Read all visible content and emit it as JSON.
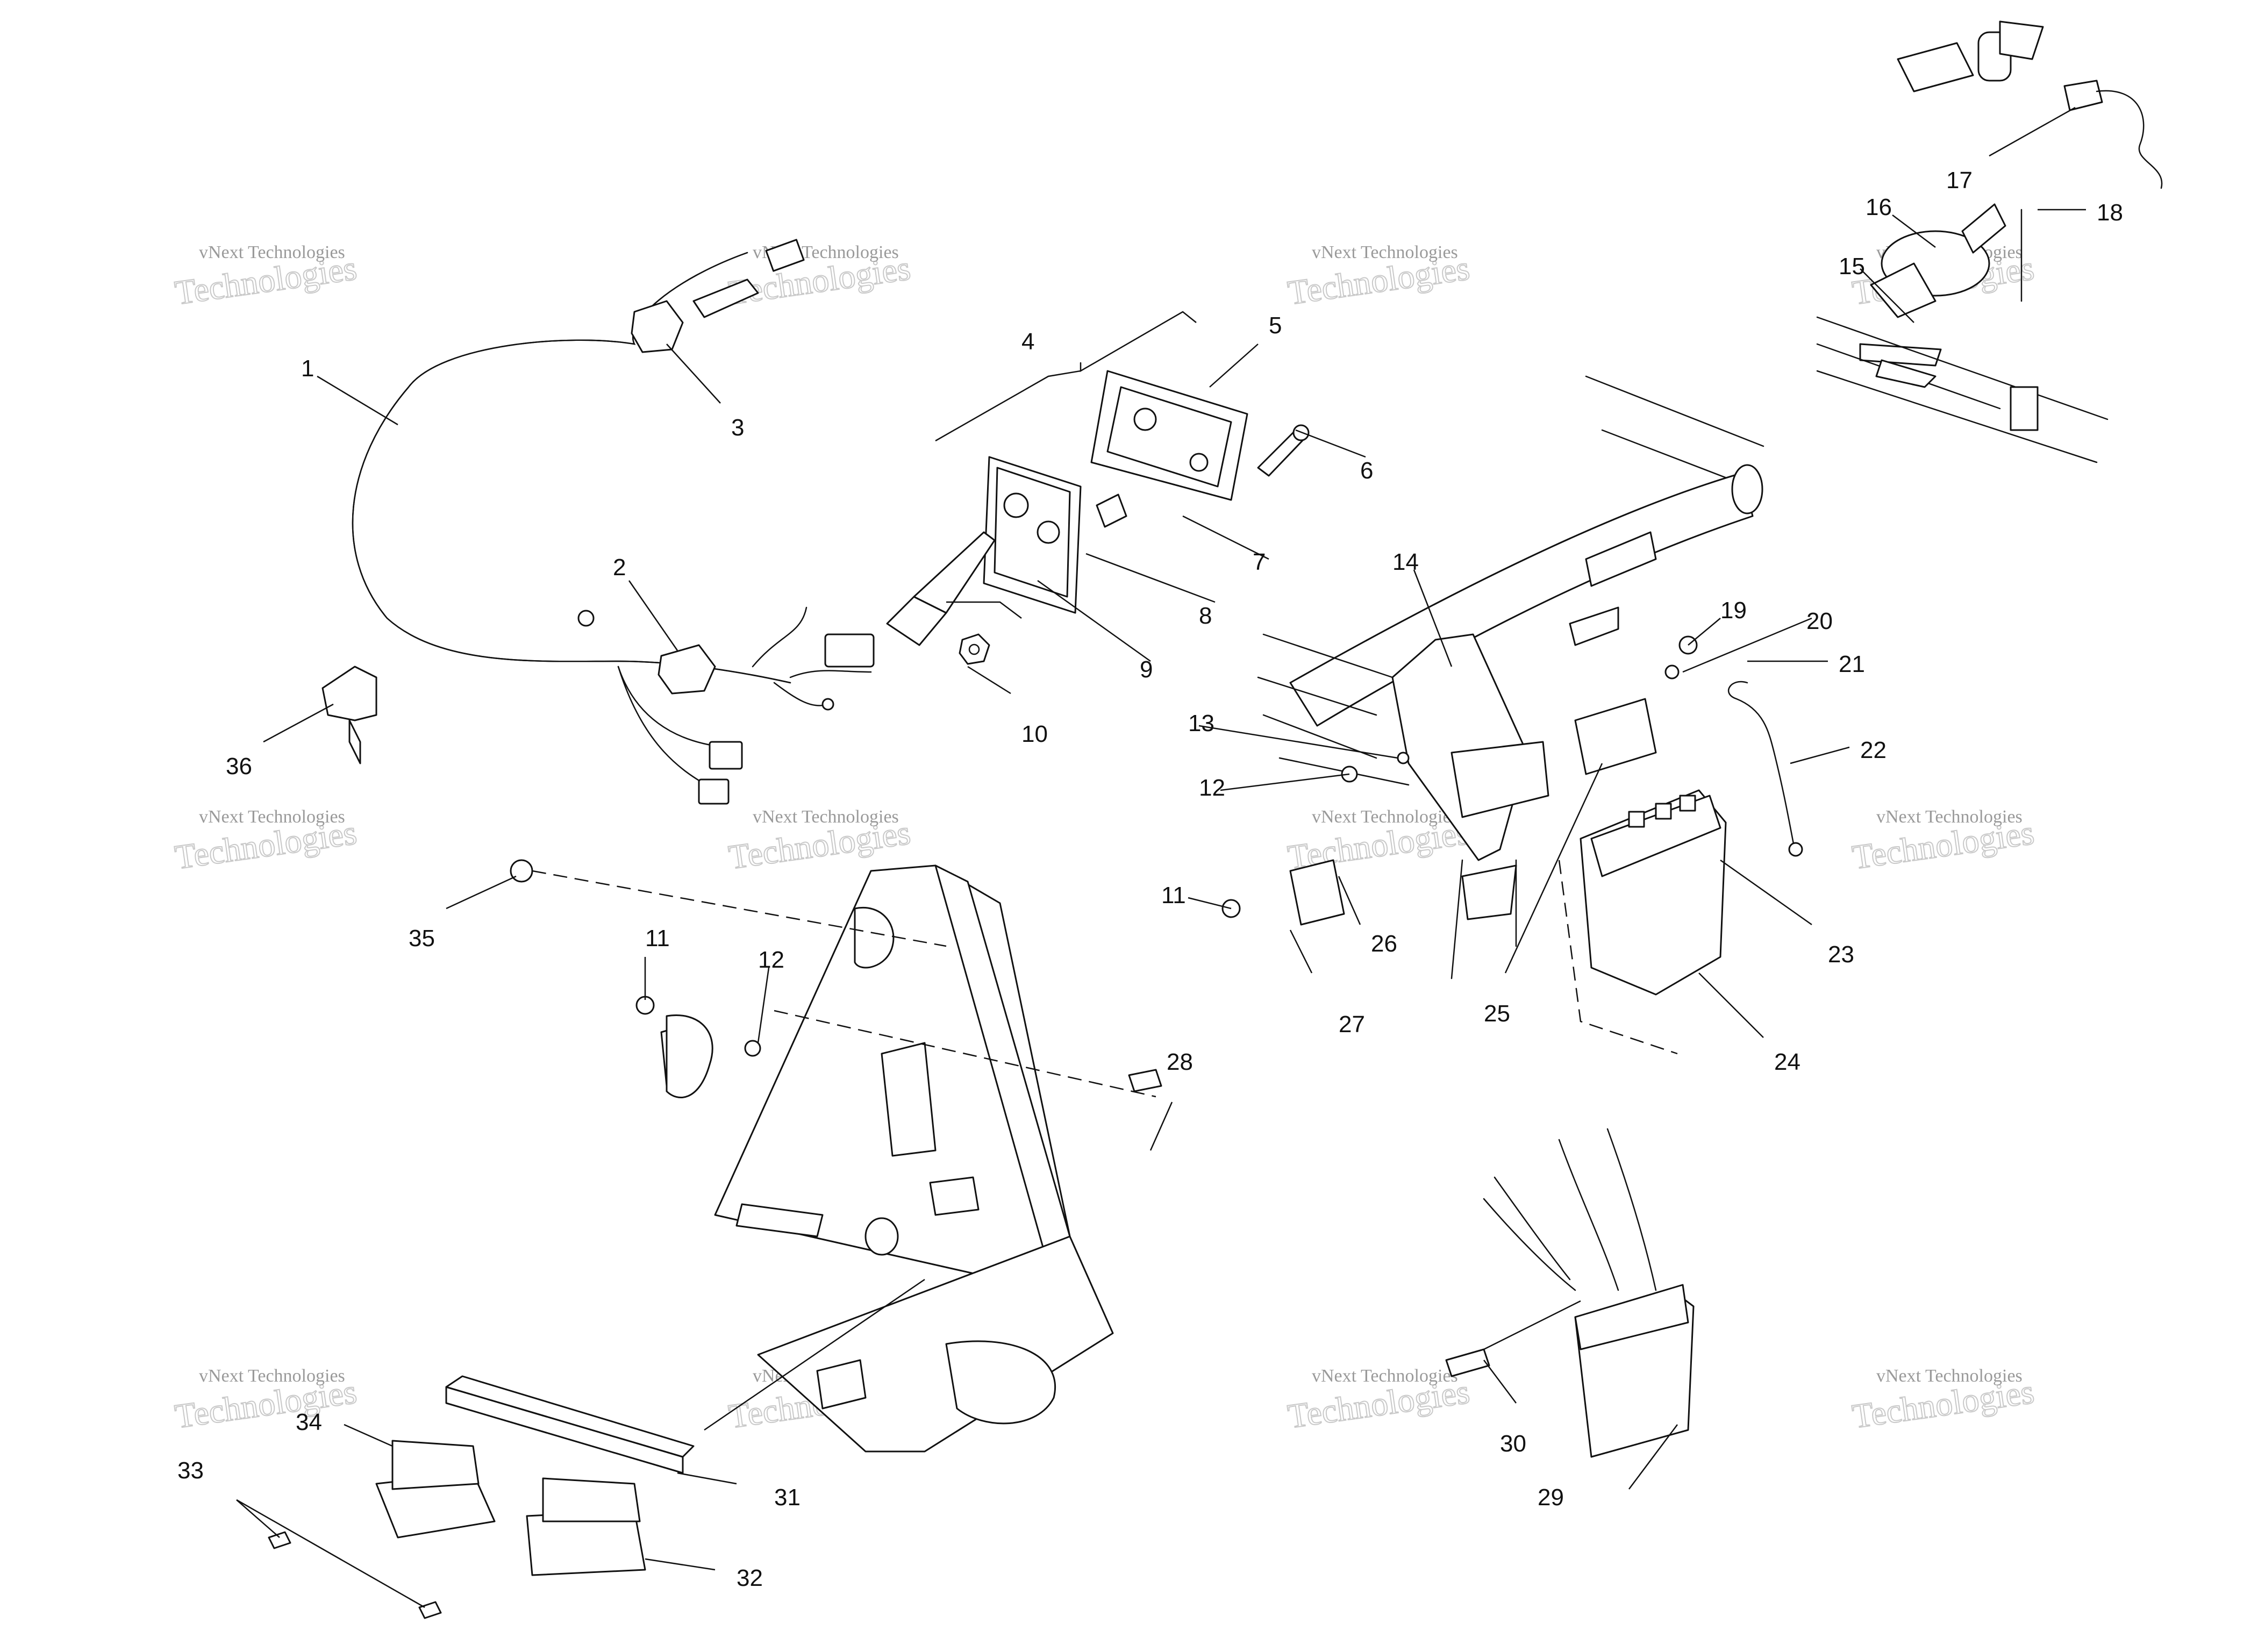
{
  "watermark": {
    "line1": "vNext Technologies",
    "line2": "Technologies",
    "overlay": "vNext"
  },
  "callouts": [
    "1",
    "2",
    "3",
    "4",
    "5",
    "6",
    "7",
    "8",
    "9",
    "10",
    "11",
    "12",
    "13",
    "14",
    "15",
    "16",
    "17",
    "18",
    "19",
    "20",
    "21",
    "22",
    "23",
    "24",
    "25",
    "26",
    "27",
    "28",
    "29",
    "30",
    "31",
    "32",
    "33",
    "34",
    "35",
    "36"
  ],
  "callouts_repeated": [
    "11",
    "12"
  ]
}
